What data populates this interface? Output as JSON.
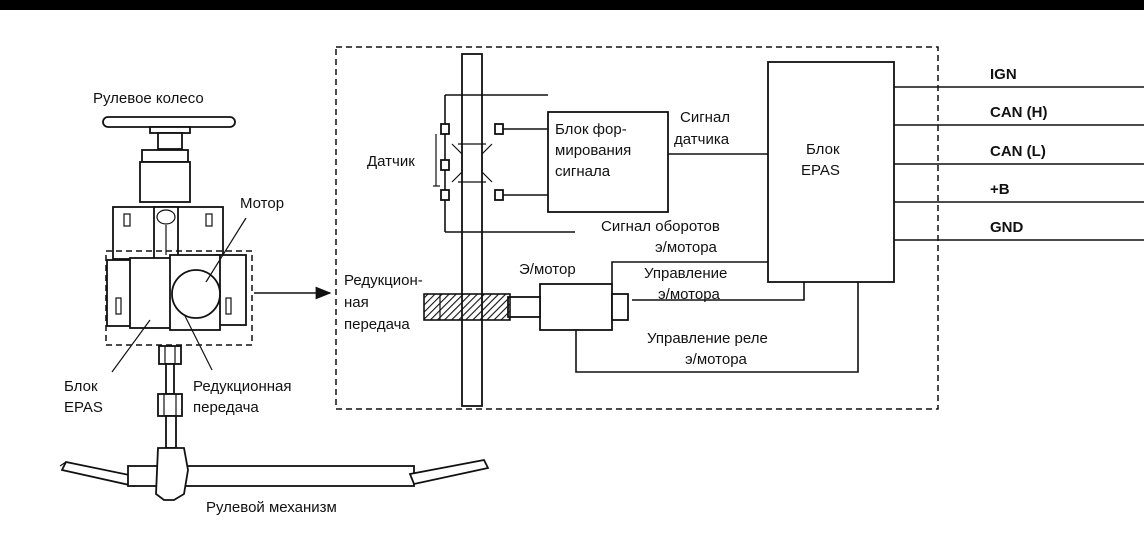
{
  "labels": {
    "steering_wheel": "Рулевое колесо",
    "motor": "Мотор",
    "epas_unit_l1": "Блок",
    "epas_unit_l2": "EPAS",
    "reduction_gear_l1": "Редукционная",
    "reduction_gear_l2": "передача",
    "steering_mechanism": "Рулевой механизм",
    "sensor": "Датчик",
    "signal_block_l1": "Блок фор-",
    "signal_block_l2": "мирования",
    "signal_block_l3": "сигнала",
    "sensor_signal_l1": "Сигнал",
    "sensor_signal_l2": "датчика",
    "epas_block_l1": "Блок",
    "epas_block_l2": "EPAS",
    "rpm_signal_l1": "Сигнал оборотов",
    "rpm_signal_l2": "э/мотора",
    "emotor": "Э/мотор",
    "reduction_l1": "Редукцион-",
    "reduction_l2": "ная",
    "reduction_l3": "передача",
    "motor_control_l1": "Управление",
    "motor_control_l2": "э/мотора",
    "relay_control_l1": "Управление реле",
    "relay_control_l2": "э/мотора"
  },
  "terminals": [
    "IGN",
    "CAN (H)",
    "CAN (L)",
    "+B",
    "GND"
  ]
}
